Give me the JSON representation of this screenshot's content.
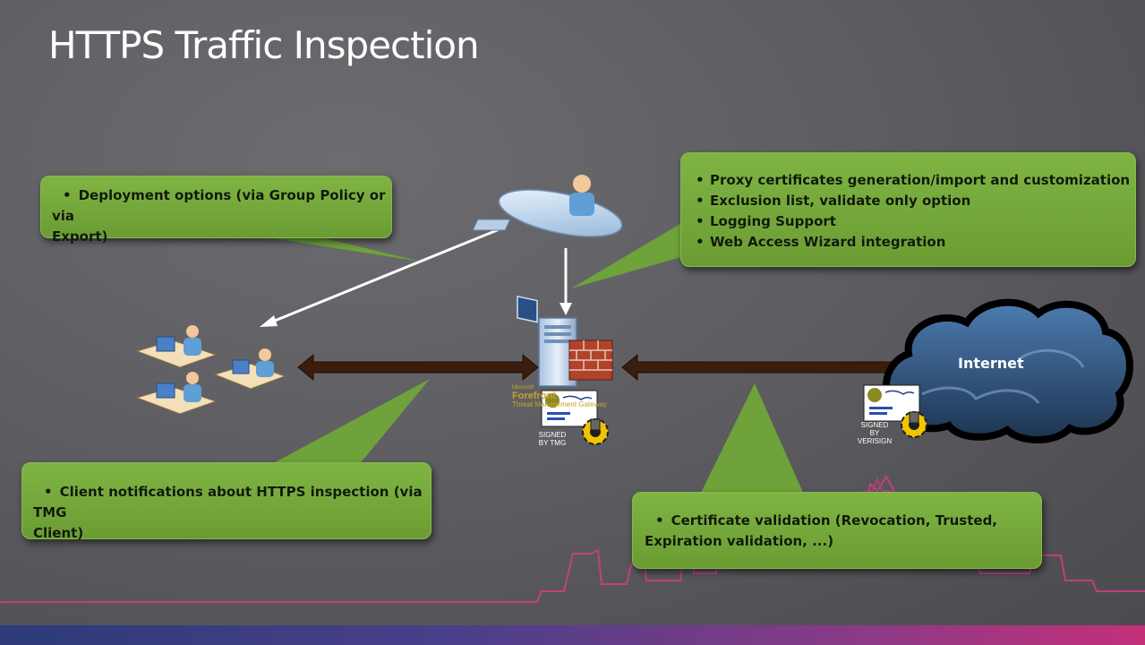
{
  "slide": {
    "title": "HTTPS Traffic Inspection"
  },
  "callouts": {
    "deployment": {
      "items": [
        "Deployment options (via Group Policy or via",
        "Export)"
      ]
    },
    "proxy": {
      "items": [
        "Proxy certificates generation/import and customization",
        "Exclusion list, validate only option",
        "Logging Support",
        "Web Access Wizard integration"
      ]
    },
    "client": {
      "items": [
        "Client notifications about HTTPS inspection (via TMG",
        "Client)"
      ]
    },
    "cert": {
      "items": [
        "Certificate validation (Revocation, Trusted,",
        "Expiration validation, ...)"
      ]
    }
  },
  "labels": {
    "internet": "Internet",
    "signed_tmg": [
      "SIGNED",
      "BY TMG"
    ],
    "signed_verisign": [
      "SIGNED",
      "BY",
      "VERISIGN"
    ],
    "brand": [
      "Microsoft",
      "Forefront",
      "Threat Management Gateway"
    ]
  },
  "colors": {
    "callout_green": "#7fb443",
    "arrow_brown": "#3a1d0c",
    "skyline_pink": "#d63b86",
    "cloud_blue": "#2f4e72"
  },
  "icons": [
    "admin-workstation-icon",
    "client-computers-icon",
    "tmg-server-icon",
    "firewall-icon",
    "certificate-icon",
    "internet-cloud-icon"
  ]
}
